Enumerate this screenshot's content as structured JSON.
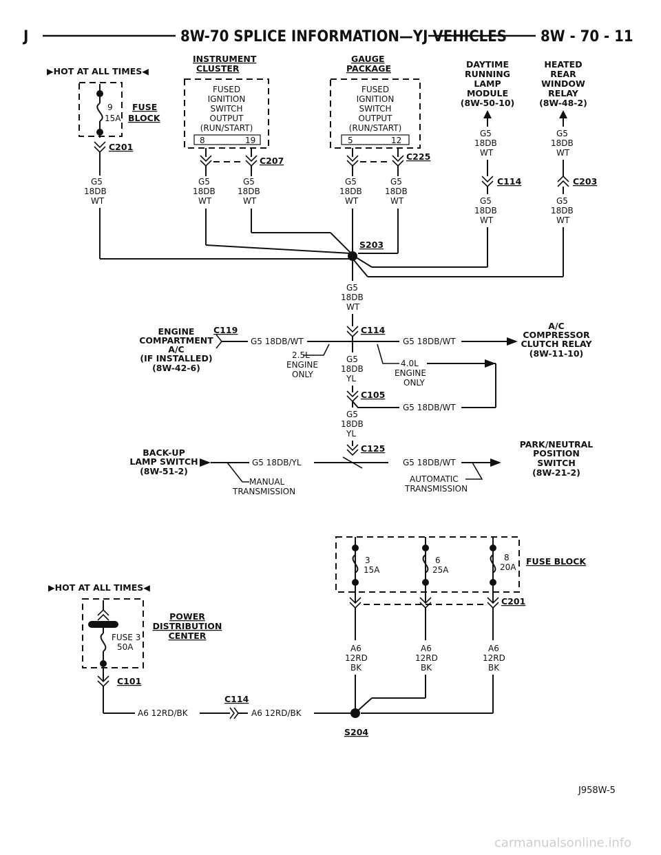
{
  "header": {
    "left_letter": "J",
    "title": "8W-70 SPLICE INFORMATION—YJ VEHICLES",
    "page_ref": "8W - 70 - 11"
  },
  "top_section": {
    "hot_label": "▶HOT AT ALL TIMES◀",
    "fuse": {
      "number": "9",
      "rating": "15A",
      "label_1": "FUSE",
      "label_2": "BLOCK"
    },
    "connectors": {
      "c201": "C201",
      "c207": "C207",
      "c225": "C225",
      "c114": "C114",
      "c203": "C203"
    },
    "instrument_cluster": {
      "title_1": "INSTRUMENT",
      "title_2": "CLUSTER",
      "lines": [
        "FUSED",
        "IGNITION",
        "SWITCH",
        "OUTPUT",
        "(RUN/START)"
      ],
      "pin_a": "8",
      "pin_b": "19"
    },
    "gauge_package": {
      "title_1": "GAUGE",
      "title_2": "PACKAGE",
      "lines": [
        "FUSED",
        "IGNITION",
        "SWITCH",
        "OUTPUT",
        "(RUN/START)"
      ],
      "pin_a": "5",
      "pin_b": "12"
    },
    "drl": {
      "lines": [
        "DAYTIME",
        "RUNNING",
        "LAMP",
        "MODULE",
        "(8W-50-10)"
      ]
    },
    "heated": {
      "lines": [
        "HEATED",
        "REAR",
        "WINDOW",
        "RELAY",
        "(8W-48-2)"
      ]
    },
    "wire_g5": [
      "G5",
      "18DB",
      "WT"
    ],
    "splice": "S203"
  },
  "middle_section": {
    "wire_g5": [
      "G5",
      "18DB",
      "WT"
    ],
    "engine_ac": {
      "lines": [
        "ENGINE",
        "COMPARTMENT",
        "A/C",
        "(IF INSTALLED)",
        "(8W-42-6)"
      ],
      "connector": "C119"
    },
    "ac_relay": {
      "lines": [
        "A/C",
        "COMPRESSOR",
        "CLUTCH RELAY",
        "(8W-11-10)"
      ]
    },
    "c114": "C114",
    "c105": "C105",
    "c125": "C125",
    "wire_labels": {
      "g5_wt": "G5 18DB/WT",
      "g5_yl": "G5 18DB/YL"
    },
    "engine_25": [
      "2.5L",
      "ENGINE",
      "ONLY"
    ],
    "engine_40": [
      "4.0L",
      "ENGINE",
      "ONLY"
    ],
    "yl_stack": [
      "G5",
      "18DB",
      "YL"
    ],
    "backup": {
      "lines": [
        "BACK-UP",
        "LAMP SWITCH",
        "(8W-51-2)"
      ]
    },
    "manual": [
      "MANUAL",
      "TRANSMISSION"
    ],
    "automatic": [
      "AUTOMATIC",
      "TRANSMISSION"
    ],
    "park_neutral": {
      "lines": [
        "PARK/NEUTRAL",
        "POSITION",
        "SWITCH",
        "(8W-21-2)"
      ]
    }
  },
  "bottom_section": {
    "hot_label": "▶HOT AT ALL TIMES◀",
    "fuses": [
      {
        "number": "3",
        "rating": "15A"
      },
      {
        "number": "6",
        "rating": "25A"
      },
      {
        "number": "8",
        "rating": "20A"
      }
    ],
    "fuse_block_label": "FUSE BLOCK",
    "c201": "C201",
    "a6_wire": [
      "A6",
      "12RD",
      "BK"
    ],
    "pdc": {
      "fuse_label": "FUSE 3",
      "rating": "50A",
      "title": [
        "POWER",
        "DISTRIBUTION",
        "CENTER"
      ]
    },
    "c101": "C101",
    "c114": "C114",
    "wire_a6": "A6 12RD/BK",
    "splice": "S204"
  },
  "figure_code": "J958W-5",
  "watermark": "carmanualsonline.info"
}
